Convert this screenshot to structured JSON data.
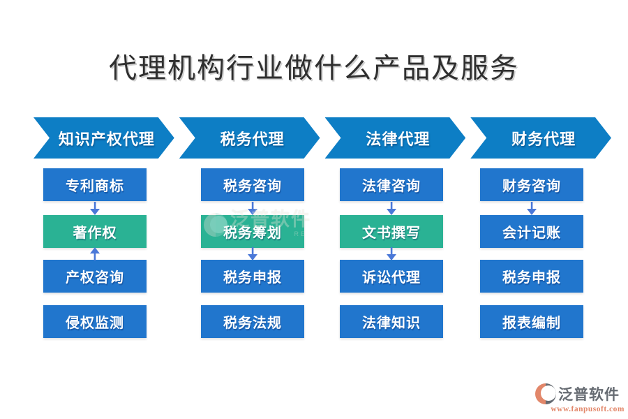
{
  "title": "代理机构行业做什么产品及服务",
  "colors": {
    "header_blue": "#0d7ec5",
    "box_blue": "#2176cd",
    "box_green": "#2ab294",
    "arrow_blue": "#4a78d8",
    "title_color": "#2f2f2f",
    "logo_gray": "#666b72",
    "logo_orange": "#e2876a"
  },
  "columns": [
    {
      "header": "知识产权代理",
      "items": [
        {
          "label": "专利商标",
          "color": "blue"
        },
        {
          "label": "著作权",
          "color": "green"
        },
        {
          "label": "产权咨询",
          "color": "blue"
        },
        {
          "label": "侵权监测",
          "color": "blue"
        }
      ],
      "arrows": [
        "down",
        "up",
        null
      ]
    },
    {
      "header": "税务代理",
      "items": [
        {
          "label": "税务咨询",
          "color": "blue"
        },
        {
          "label": "税务筹划",
          "color": "green"
        },
        {
          "label": "税务申报",
          "color": "blue"
        },
        {
          "label": "税务法规",
          "color": "blue"
        }
      ],
      "arrows": [
        "down",
        "down",
        null
      ]
    },
    {
      "header": "法律代理",
      "items": [
        {
          "label": "法律咨询",
          "color": "blue"
        },
        {
          "label": "文书撰写",
          "color": "green"
        },
        {
          "label": "诉讼代理",
          "color": "blue"
        },
        {
          "label": "法律知识",
          "color": "blue"
        }
      ],
      "arrows": [
        "down",
        "down",
        null
      ]
    },
    {
      "header": "财务代理",
      "items": [
        {
          "label": "财务咨询",
          "color": "blue"
        },
        {
          "label": "会计记账",
          "color": "blue"
        },
        {
          "label": "税务申报",
          "color": "blue"
        },
        {
          "label": "报表编制",
          "color": "blue"
        }
      ],
      "arrows": [
        "down",
        null,
        null
      ]
    }
  ],
  "watermark": {
    "brand": "泛普软件",
    "subtext": "RE"
  },
  "logo": {
    "brand": "泛普软件",
    "url": "www.fanpusoft.com"
  }
}
